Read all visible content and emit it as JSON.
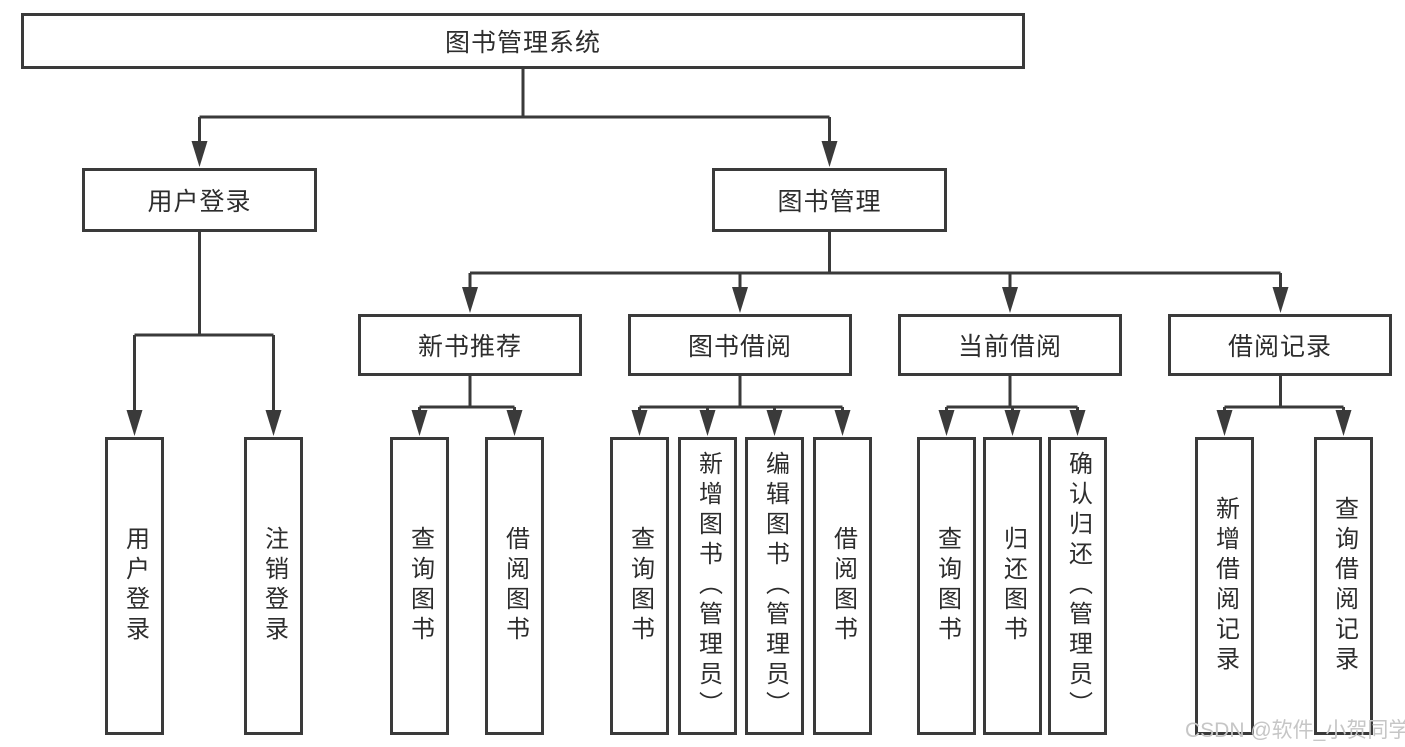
{
  "tree": {
    "label": "图书管理系统",
    "children": [
      {
        "label": "用户登录",
        "children": [
          {
            "label": "用户登录"
          },
          {
            "label": "注销登录"
          }
        ]
      },
      {
        "label": "图书管理",
        "children": [
          {
            "label": "新书推荐",
            "children": [
              {
                "label": "查询图书"
              },
              {
                "label": "借阅图书"
              }
            ]
          },
          {
            "label": "图书借阅",
            "children": [
              {
                "label": "查询图书"
              },
              {
                "label": "新增图书（管理员）"
              },
              {
                "label": "编辑图书（管理员）"
              },
              {
                "label": "借阅图书"
              }
            ]
          },
          {
            "label": "当前借阅",
            "children": [
              {
                "label": "查询图书"
              },
              {
                "label": "归还图书"
              },
              {
                "label": "确认归还（管理员）"
              }
            ]
          },
          {
            "label": "借阅记录",
            "children": [
              {
                "label": "新增借阅记录"
              },
              {
                "label": "查询借阅记录"
              }
            ]
          }
        ]
      }
    ]
  },
  "watermark": {
    "text": "CSDN @软件_小贺同学"
  },
  "colors": {
    "line": "#3a3a3a",
    "text": "#2d2d2d",
    "watermark": "#c6c6c6",
    "background": "#ffffff"
  }
}
